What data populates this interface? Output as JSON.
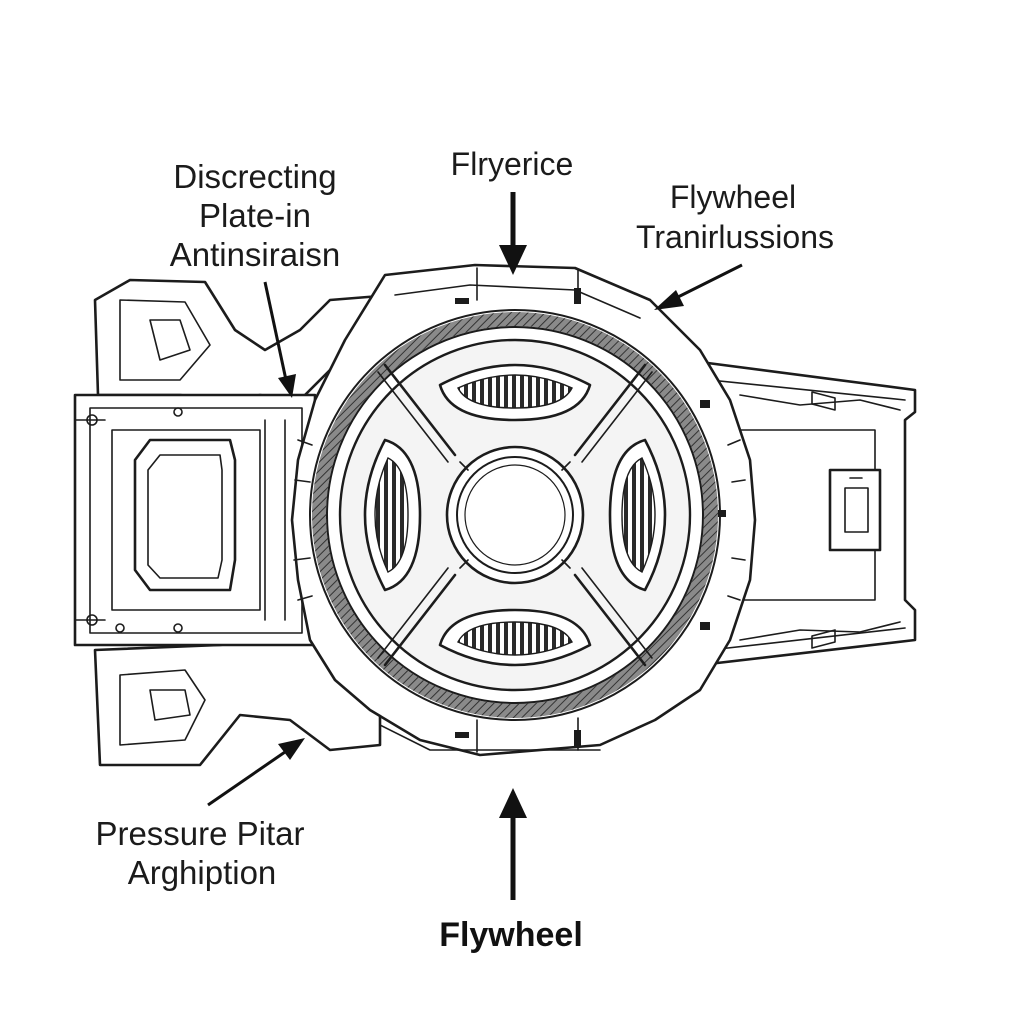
{
  "labels": {
    "top_left": [
      "Discrecting",
      "Plate-in",
      "Antinsiraisn"
    ],
    "top_center": "Flryerice",
    "top_right": [
      "Flywheel",
      "Tranirlussions"
    ],
    "bottom_left": [
      "Pressure Pitar",
      "Arghiption"
    ],
    "bottom_center": "Flywheel"
  },
  "colors": {
    "line": "#1c1c1c",
    "background": "#ffffff",
    "shade": "#6a6a6a"
  }
}
